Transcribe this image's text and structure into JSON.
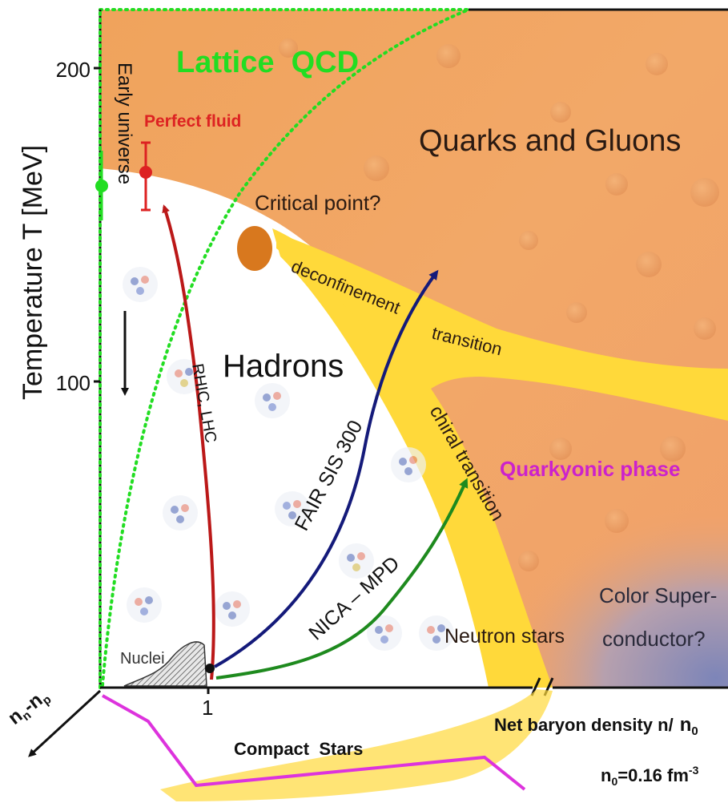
{
  "axes": {
    "y_label": "Temperature T [MeV]",
    "y_ticks": [
      "200",
      "100"
    ],
    "x_tick": "1",
    "x_label": "Net baryon density n/",
    "x_label_sub": "n",
    "x_label_sub_o": "0",
    "density_note_prefix": "n",
    "density_note_sub": "0",
    "density_note_value": "=0.16 fm",
    "density_note_exp": "-3",
    "isospin_axis": "n",
    "isospin_axis_sub1": "n",
    "isospin_axis_mid": "-n",
    "isospin_axis_sub2": "p"
  },
  "regions": {
    "lattice": "Lattice  QCD",
    "qgp": "Quarks and Gluons",
    "hadrons": "Hadrons",
    "quarkyonic": "Quarkyonic phase",
    "color_super_1": "Color Super-",
    "color_super_2": "conductor?",
    "nuclei": "Nuclei",
    "neutron_stars": "Neutron stars",
    "compact_stars": "Compact  Stars"
  },
  "annotations": {
    "perfect_fluid": "Perfect fluid",
    "early_universe": "Early universe",
    "critical_point": "Critical point?",
    "deconf_1": "deconfinement",
    "deconf_2": "transition",
    "chiral": "chiral transition"
  },
  "trajectories": {
    "rhic": "RHIC, LHC",
    "fair": "FAIR SIS 300",
    "nica": "NICA – MPD"
  },
  "colors": {
    "lattice": "#22dd22",
    "perfect_fluid": "#dd2222",
    "quarkyonic": "#cc22cc",
    "rhic_arrow": "#bb1818",
    "fair_arrow": "#141a7a",
    "nica_arrow": "#1e8a1e",
    "band": "#ffd93a",
    "critical_point": "#d8781e",
    "compact_stars": "#dd33dd"
  }
}
